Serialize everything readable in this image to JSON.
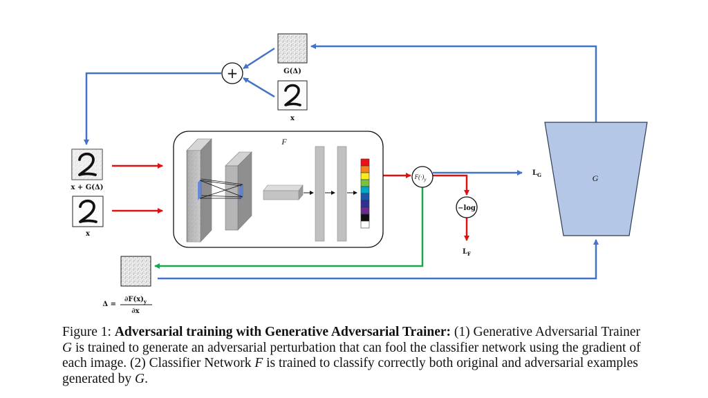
{
  "diagram": {
    "classifier_label": "F",
    "generator_label": "G",
    "labels": {
      "g_delta": "G(Δ)",
      "x_top": "x",
      "x_plus_g": "x + G(Δ)",
      "x_bottom": "x",
      "f_y": "F(·)",
      "f_y_sub": "y",
      "neg_log": "−log",
      "lg": "L",
      "lg_sub": "G",
      "lf": "L",
      "lf_sub": "F",
      "delta_lhs": "Δ =",
      "delta_num": "∂F(x)",
      "delta_num_sub": "y",
      "delta_den": "∂x",
      "plus": "+"
    },
    "softmax_colors": [
      "#e8121b",
      "#f58220",
      "#f6ec25",
      "#7ac143",
      "#00a7c7",
      "#1b59a8",
      "#2e3092",
      "#6a2c91",
      "#111111",
      "#ffffff"
    ],
    "colors": {
      "blue_arrow": "#4472c4",
      "red_arrow": "#e01010",
      "green_arrow": "#1aa64b",
      "generator_fill": "#b4c7e7"
    }
  },
  "caption": {
    "prefix": "Figure 1: ",
    "bold": "Adversarial training with Generative Adversarial Trainer:",
    "t1": " (1) Generative Adversarial Trainer ",
    "G1": "G",
    "t2": " is trained to generate an adversarial perturbation that can fool the classifier network using the gradient of each image. (2) Classifier Network ",
    "F1": "F",
    "t3": " is trained to classify correctly both original and adversarial examples generated by ",
    "G2": "G",
    "t4": "."
  }
}
